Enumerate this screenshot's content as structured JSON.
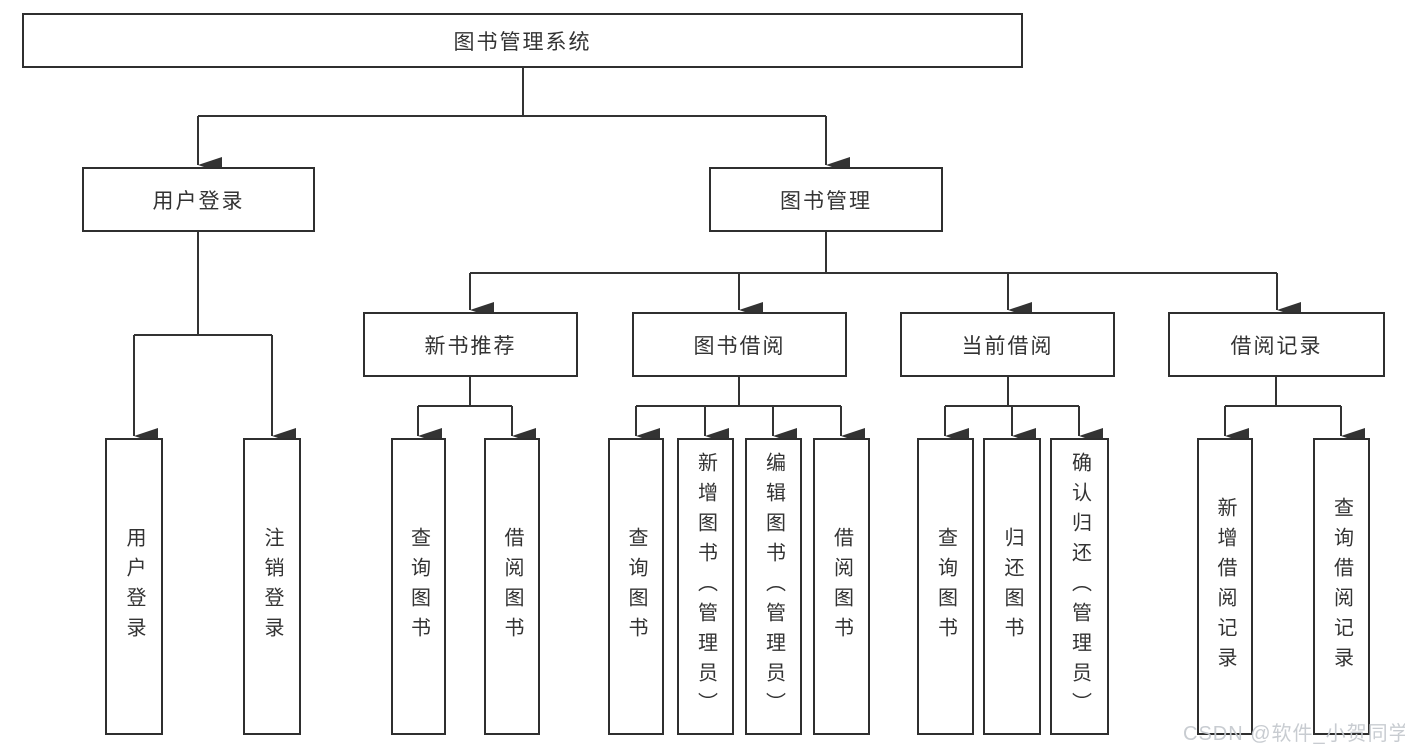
{
  "diagram": {
    "title": "图书管理系统",
    "type": "hierarchy-tree",
    "colors": {
      "background": "#ffffff",
      "line": "#333333",
      "box_border": "#2f2f2f",
      "text": "#333333",
      "watermark_text": "#c5c9cf"
    },
    "root": {
      "label": "图书管理系统"
    },
    "level2": [
      {
        "id": "user-login",
        "label": "用户登录"
      },
      {
        "id": "book-management",
        "label": "图书管理"
      }
    ],
    "level3": [
      {
        "id": "new-book-recommend",
        "label": "新书推荐",
        "parent": "book-management"
      },
      {
        "id": "book-borrowing",
        "label": "图书借阅",
        "parent": "book-management"
      },
      {
        "id": "current-borrowing",
        "label": "当前借阅",
        "parent": "book-management"
      },
      {
        "id": "borrowing-records",
        "label": "借阅记录",
        "parent": "book-management"
      }
    ],
    "leaves": [
      {
        "id": "user-login-leaf",
        "label": "用户登录",
        "parent": "user-login"
      },
      {
        "id": "logout",
        "label": "注销登录",
        "parent": "user-login"
      },
      {
        "id": "query-books-recommend",
        "label": "查询图书",
        "parent": "new-book-recommend"
      },
      {
        "id": "borrow-books-recommend",
        "label": "借阅图书",
        "parent": "new-book-recommend"
      },
      {
        "id": "query-books-borrowing",
        "label": "查询图书",
        "parent": "book-borrowing"
      },
      {
        "id": "add-books-admin",
        "label": "新增图书（管理员）",
        "parent": "book-borrowing"
      },
      {
        "id": "edit-books-admin",
        "label": "编辑图书（管理员）",
        "parent": "book-borrowing"
      },
      {
        "id": "borrow-books-borrowing",
        "label": "借阅图书",
        "parent": "book-borrowing"
      },
      {
        "id": "query-books-current",
        "label": "查询图书",
        "parent": "current-borrowing"
      },
      {
        "id": "return-books",
        "label": "归还图书",
        "parent": "current-borrowing"
      },
      {
        "id": "confirm-return-admin",
        "label": "确认归还（管理员）",
        "parent": "current-borrowing"
      },
      {
        "id": "add-borrow-record",
        "label": "新增借阅记录",
        "parent": "borrowing-records"
      },
      {
        "id": "query-borrow-record",
        "label": "查询借阅记录",
        "parent": "borrowing-records"
      }
    ],
    "watermark": "CSDN @软件_小贺同学"
  }
}
